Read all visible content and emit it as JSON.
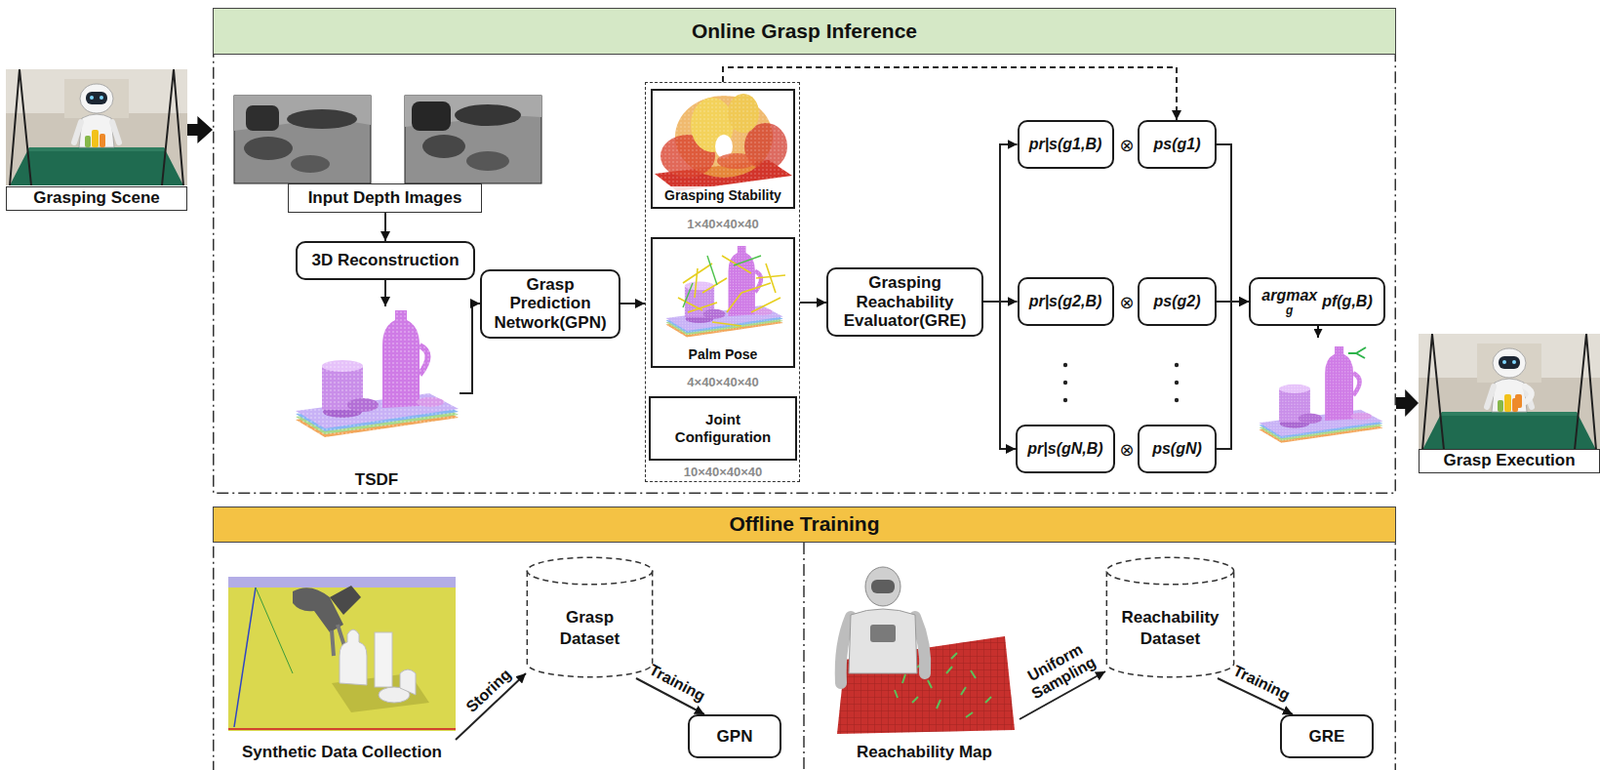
{
  "diagram": {
    "nodes": [
      {
        "text": [
          "Grasping Scene"
        ]
      },
      {
        "text": [
          "Online Grasp Inference"
        ]
      },
      {
        "text": [
          "Input Depth Images"
        ],
        "in": 1
      },
      {
        "text": [
          "3D Reconstruction"
        ],
        "in": 1
      },
      {
        "text": [
          "TSDF"
        ],
        "in": 1
      },
      {
        "text": [
          "Grasp Prediction Network(GPN)"
        ],
        "in": 1
      },
      {
        "text": [
          "1×40×40×40",
          "4×40×40×40",
          "10×40×40×40"
        ],
        "in": 1
      },
      {
        "text": [
          "Grasping Stability"
        ],
        "in": 6
      },
      {
        "text": [
          "Palm Pose"
        ],
        "in": 6
      },
      {
        "text": [
          "Joint Configuration"
        ],
        "in": 6
      },
      {
        "text": [
          "Grasping Reachability Evaluator(GRE)"
        ],
        "in": 1
      },
      {
        "text": [
          "pr|s(g1,B)"
        ],
        "in": 1
      },
      {
        "text": [
          "ps(g1)"
        ],
        "in": 1
      },
      {
        "text": [
          "pr|s(g2,B)"
        ],
        "in": 1
      },
      {
        "text": [
          "ps(g2)"
        ],
        "in": 1
      },
      {
        "text": [
          "pr|s(gN,B)"
        ],
        "in": 1
      },
      {
        "text": [
          "ps(gN)"
        ],
        "in": 1
      },
      {
        "text": [
          "argmax",
          "g",
          "pf(g,B)"
        ],
        "in": 1
      },
      {
        "text": [
          "Grasp Execution"
        ]
      },
      {
        "text": [
          "Offline Training"
        ]
      },
      {
        "text": [
          "Synthetic Data Collection"
        ],
        "in": 19
      },
      {
        "text": [
          "Grasp Dataset"
        ],
        "in": 19
      },
      {
        "text": [
          "GPN"
        ],
        "in": 19
      },
      {
        "text": [
          "Reachability Map"
        ],
        "in": 19
      },
      {
        "text": [
          "Reachability Dataset"
        ],
        "in": 19
      },
      {
        "text": [
          "GRE"
        ],
        "in": 19
      }
    ],
    "edges": [
      {
        "from": 0,
        "to": 1,
        "arrow": "to"
      },
      {
        "from": 2,
        "to": 3,
        "arrow": "to"
      },
      {
        "from": 3,
        "to": 4,
        "arrow": "to"
      },
      {
        "from": 4,
        "to": 5,
        "arrow": "to"
      },
      {
        "from": 5,
        "to": 6,
        "arrow": "to"
      },
      {
        "from": 6,
        "to": 10,
        "arrow": "to"
      },
      {
        "from": 10,
        "to": 11,
        "arrow": "to"
      },
      {
        "from": 10,
        "to": 13,
        "arrow": "to"
      },
      {
        "from": 10,
        "to": 15,
        "arrow": "to"
      },
      {
        "from": 6,
        "to": 12,
        "arrow": "to"
      },
      {
        "from": 12,
        "to": 17,
        "arrow": "to"
      },
      {
        "from": 14,
        "to": 17,
        "arrow": "to"
      },
      {
        "from": 16,
        "to": 17,
        "arrow": "to"
      },
      {
        "from": 1,
        "to": 18,
        "arrow": "to"
      },
      {
        "from": 20,
        "to": 21,
        "label": "Storing",
        "arrow": "to"
      },
      {
        "from": 21,
        "to": 22,
        "label": "Training",
        "arrow": "to"
      },
      {
        "from": 23,
        "to": 24,
        "label": "Uniform Sampling",
        "arrow": "to"
      },
      {
        "from": 24,
        "to": 25,
        "label": "Training",
        "arrow": "to"
      }
    ],
    "labels": [
      "⊗",
      "⊗",
      "⊗"
    ]
  }
}
